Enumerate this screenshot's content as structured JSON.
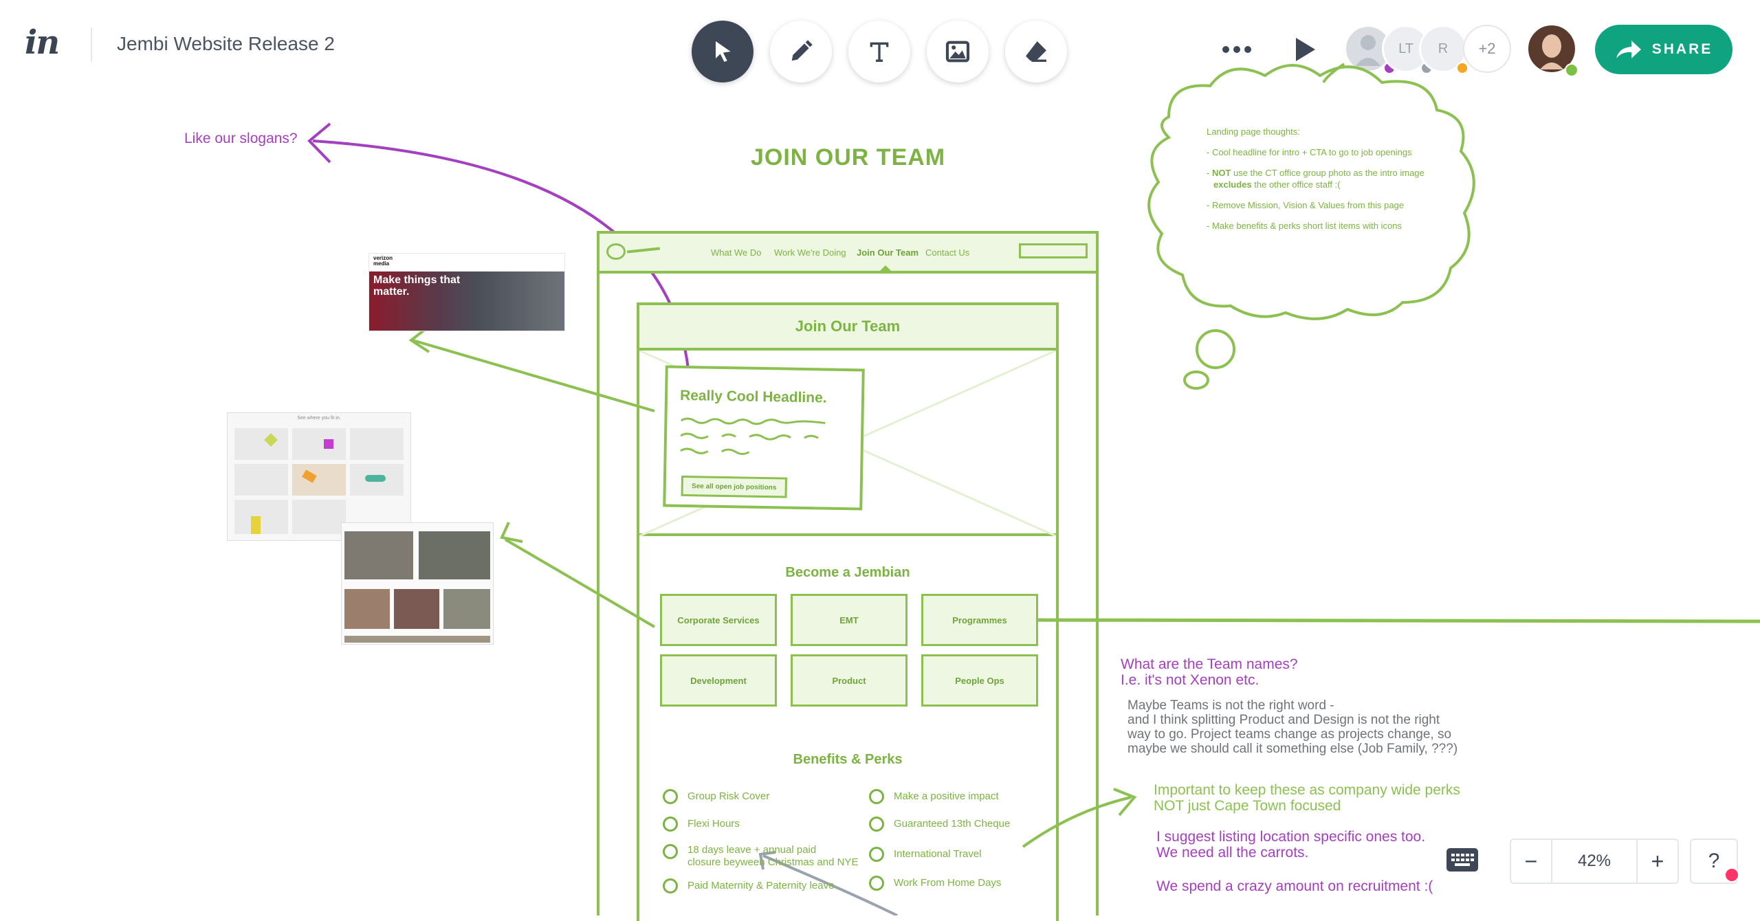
{
  "header": {
    "logo": "in",
    "title": "Jembi Website Release 2",
    "extra_collaborators": "+2",
    "collaborator_initials": [
      "LT",
      "R"
    ],
    "share_label": "SHARE"
  },
  "tools": [
    "select",
    "pen",
    "text",
    "image",
    "eraser"
  ],
  "notes": {
    "slogans": "Like our slogans?",
    "team_names_q": "What are the Team names?",
    "team_names_q2": "I.e. it's not Xenon etc.",
    "team_names_body": [
      "Maybe Teams is not the right word -",
      "and I think splitting Product and Design is not the right",
      "way to go.  Project teams change as projects change, so",
      "maybe we should call it something else (Job Family, ???)"
    ],
    "perks_note": [
      "Important to keep these as company wide perks",
      "NOT just Cape Town focused"
    ],
    "location_note": [
      "I suggest listing location specific ones too.",
      "We need all the carrots."
    ],
    "recruitment_note": "We spend a crazy amount on recruitment :("
  },
  "cloud": {
    "title": "Landing page thoughts:",
    "item1": "- Cool headline for intro + CTA to go to job openings",
    "item2_bold": "NOT",
    "item2_rest": " use the CT office group photo as the intro image",
    "item2_line2_bold": "excludes",
    "item2_line2_rest": " the other office staff :(",
    "item3": "- Remove Mission, Vision & Values from this page",
    "item4": "- Make benefits & perks short list items with icons"
  },
  "wireframe": {
    "title": "JOIN OUR TEAM",
    "nav": [
      "What We Do",
      "Work We're Doing",
      "Join Our Team",
      "Contact Us"
    ],
    "hero_title": "Join Our Team",
    "headline": "Really Cool Headline.",
    "cta": "See all open job positions",
    "become": "Become a Jembian",
    "categories": [
      "Corporate Services",
      "EMT",
      "Programmes",
      "Development",
      "Product",
      "People Ops"
    ],
    "benefits_title": "Benefits & Perks",
    "perks_left": [
      "Group Risk Cover",
      "Flexi Hours",
      "18 days leave + annual paid",
      "Paid Maternity & Paternity leave"
    ],
    "perks_left_extra": "closure beyween Christmas and NYE",
    "perks_right": [
      "Make a positive impact",
      "Guaranteed 13th Cheque",
      "International Travel",
      "Work From Home Days"
    ]
  },
  "thumbs": {
    "verizon_logo": "verizon media",
    "verizon_headline": "Make things that matter.",
    "grid_title": "See where you fit in."
  },
  "zoom": {
    "minus": "−",
    "value": "42%",
    "plus": "+"
  },
  "help": "?",
  "colors": {
    "accent": "#0fa37f",
    "wireframe": "#8cc152",
    "note_purple": "#a43fbf",
    "toolbar_active": "#3d4756"
  }
}
